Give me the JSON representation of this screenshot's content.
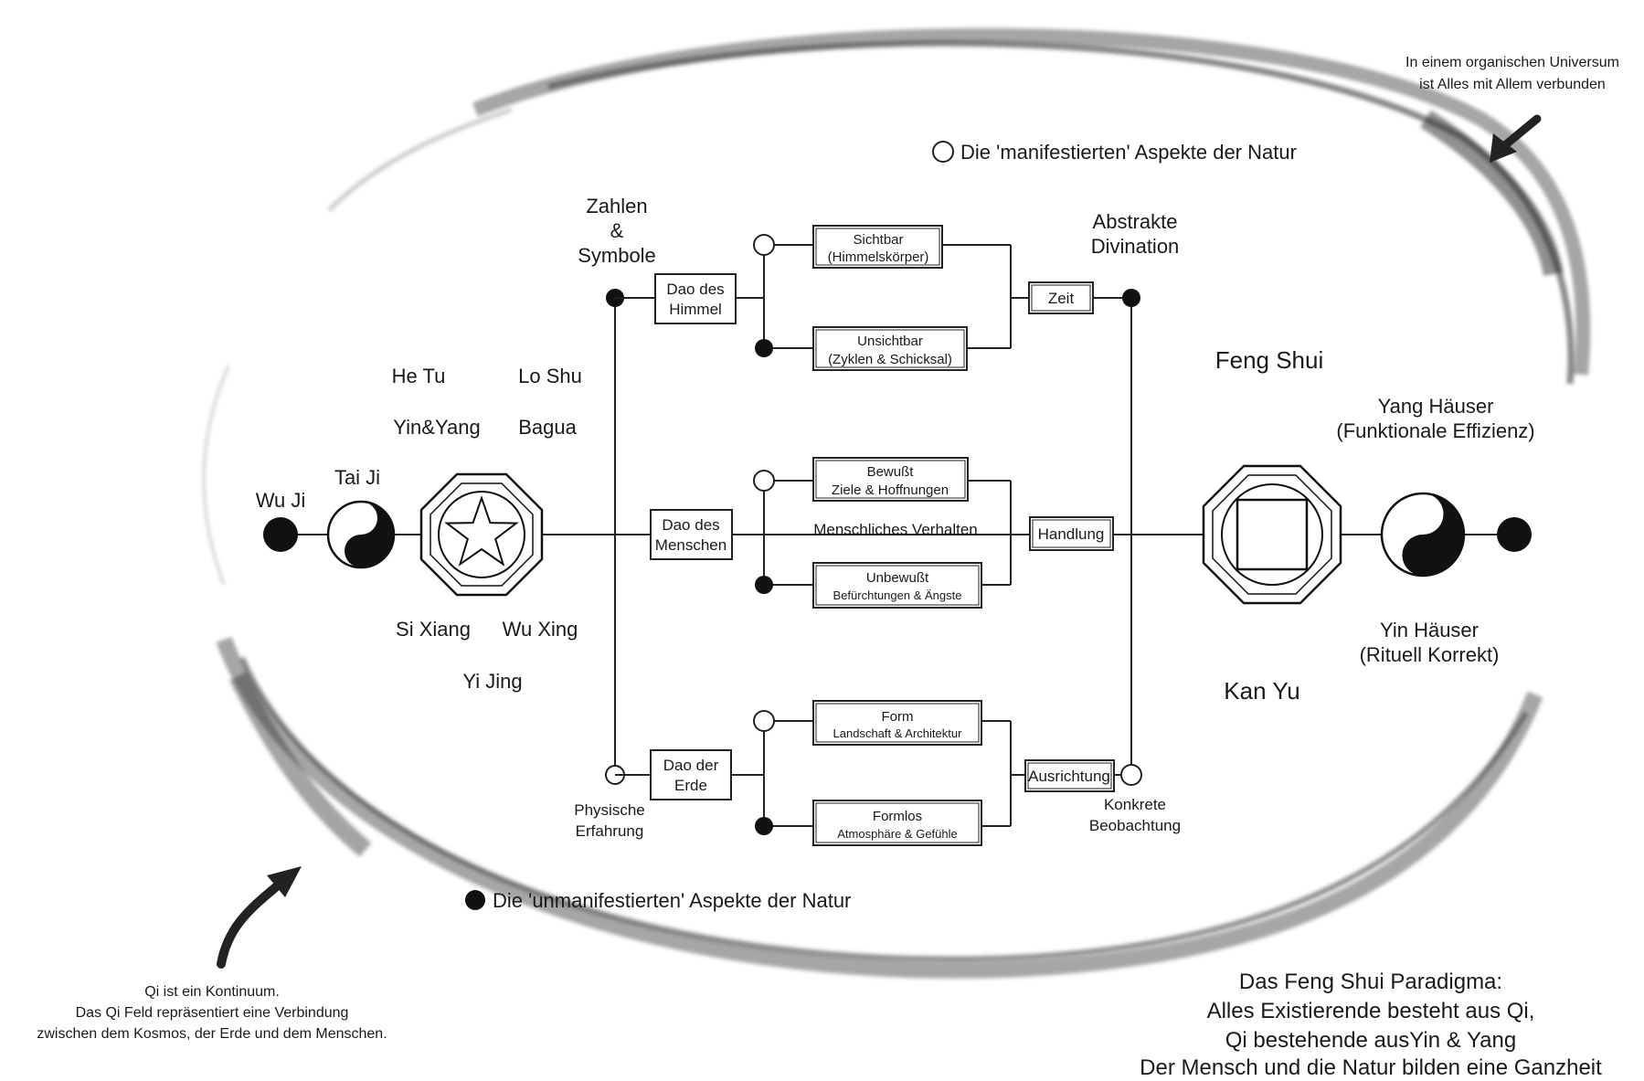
{
  "annotations": {
    "top_right": [
      "In einem organischen Universum",
      "ist Alles mit Allem verbunden"
    ],
    "bottom_left": [
      "Qi ist ein Kontinuum.",
      "Das Qi Feld repräsentiert eine Verbindung",
      "zwischen dem Kosmos, der Erde und dem Menschen."
    ]
  },
  "legend": {
    "manifest": "Die 'manifestierten' Aspekte der Natur",
    "unmanifest": "Die 'unmanifestierten' Aspekte der Natur"
  },
  "left": {
    "wu_ji": "Wu Ji",
    "tai_ji": "Tai Ji",
    "he_tu": "He Tu",
    "lo_shu": "Lo Shu",
    "yin_yang": "Yin&Yang",
    "bagua": "Bagua",
    "si_xiang": "Si Xiang",
    "wu_xing": "Wu Xing",
    "yi_jing": "Yi Jing"
  },
  "spine": {
    "top": [
      "Zahlen",
      "&",
      "Symbole"
    ],
    "bottom": [
      "Physische",
      "Erfahrung"
    ]
  },
  "dao": {
    "heaven": [
      "Dao des",
      "Himmel"
    ],
    "human": [
      "Dao des",
      "Menschen"
    ],
    "earth": [
      "Dao der",
      "Erde"
    ]
  },
  "aspects": {
    "visible": [
      "Sichtbar",
      "(Himmelskörper)"
    ],
    "invisible": [
      "Unsichtbar",
      "(Zyklen & Schicksal)"
    ],
    "conscious": [
      "Bewußt",
      "Ziele & Hoffnungen"
    ],
    "human_behavior": "Menschliches Verhalten",
    "unconscious": [
      "Unbewußt",
      "Befürchtungen & Ängste"
    ],
    "form": [
      "Form",
      "Landschaft & Architektur"
    ],
    "formless": [
      "Formlos",
      "Atmosphäre & Gefühle"
    ]
  },
  "results": {
    "time": "Zeit",
    "action": "Handlung",
    "orientation": "Ausrichtung",
    "abstract": [
      "Abstrakte",
      "Divination"
    ],
    "concrete": [
      "Konkrete",
      "Beobachtung"
    ]
  },
  "right": {
    "feng_shui": "Feng Shui",
    "kan_yu": "Kan Yu",
    "yang_houses": [
      "Yang Häuser",
      "(Funktionale Effizienz)"
    ],
    "yin_houses": [
      "Yin Häuser",
      "(Rituell Korrekt)"
    ]
  },
  "paradigm": [
    "Das Feng Shui Paradigma:",
    "Alles Existierende besteht aus Qi,",
    "Qi bestehende ausYin & Yang",
    "Der Mensch und die Natur bilden eine Ganzheit"
  ],
  "colors": {
    "ink": "#1a1a1a",
    "brush": "#7a7a7a",
    "background": "#ffffff"
  },
  "icons": [
    "yin-yang-icon",
    "star-octagon-icon",
    "square-octagon-icon",
    "arrow-icon"
  ]
}
